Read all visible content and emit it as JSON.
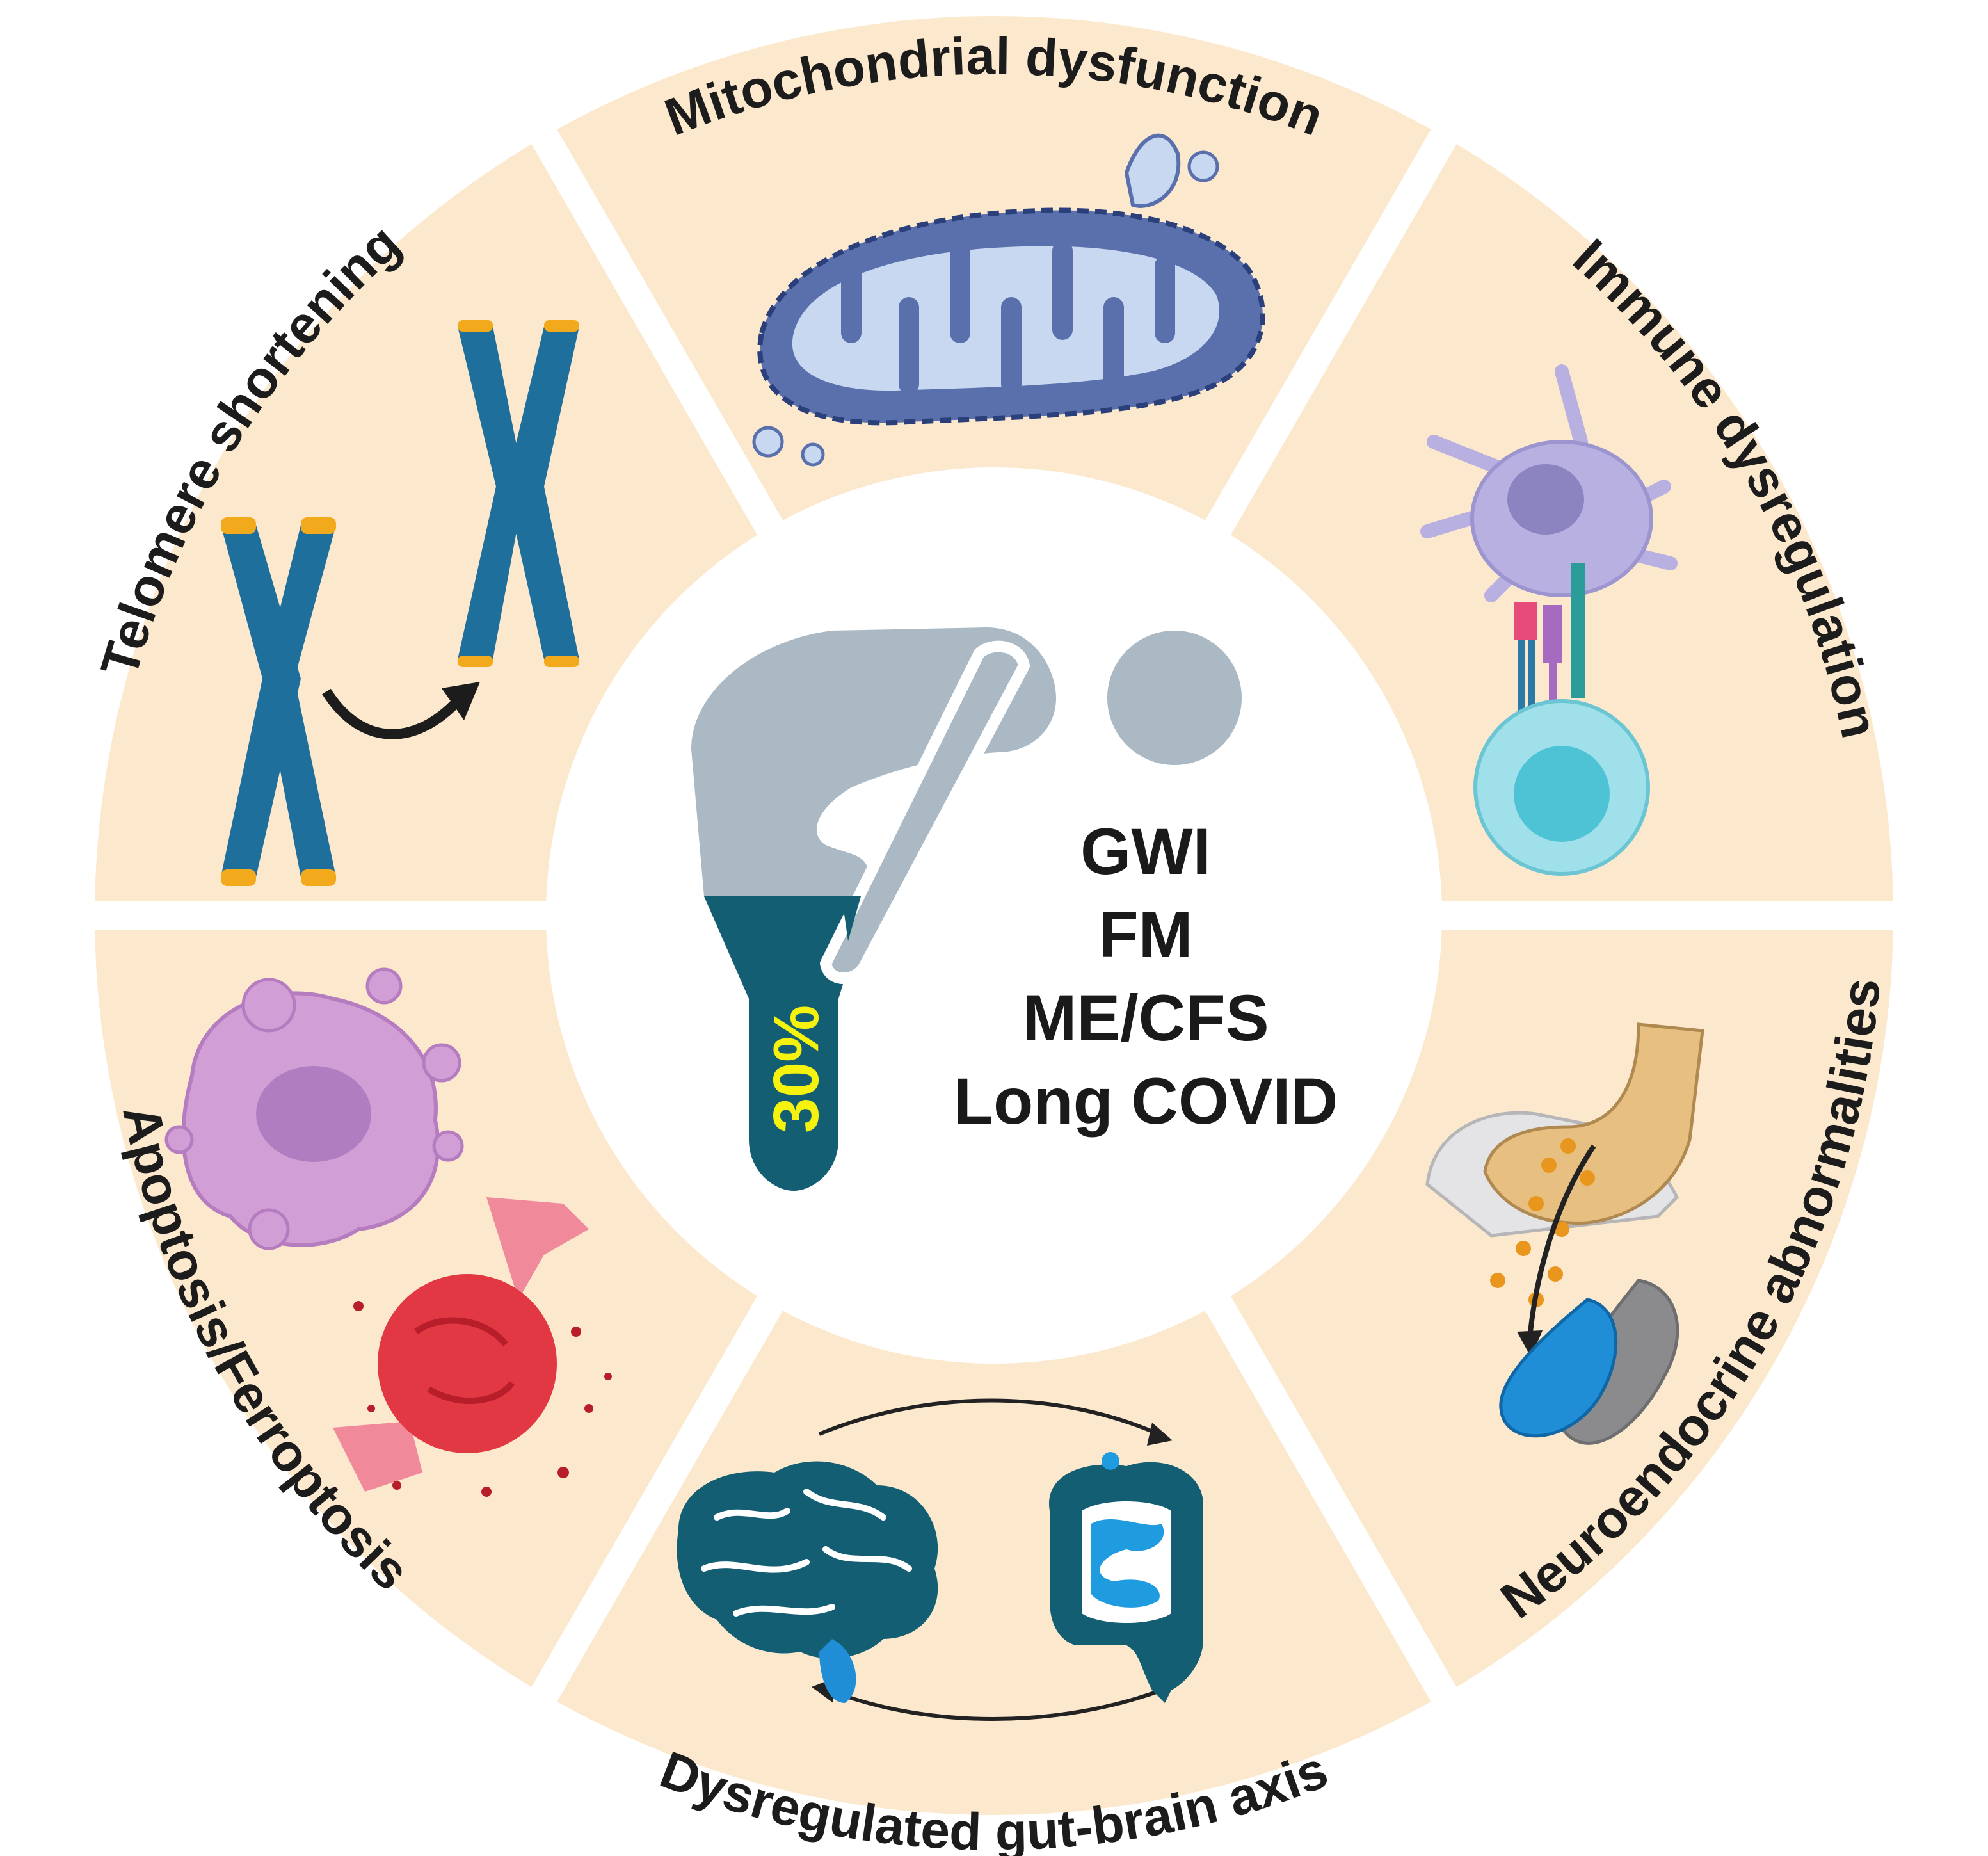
{
  "segments": [
    {
      "label": "Mitochondrial dysfunction",
      "illustration": "mitochondrion-icon"
    },
    {
      "label": "Immune dysregulation",
      "illustration": "immune-cell-synapse-icon"
    },
    {
      "label": "Neuroendocrine abnormalities",
      "illustration": "synapse-neurotransmitter-icon"
    },
    {
      "label": "Dysregulated gut-brain axis",
      "illustration": "gut-brain-icon"
    },
    {
      "label": "Apoptosis/Ferroptosis",
      "illustration": "dying-cell-icon"
    },
    {
      "label": "Telomere shortening",
      "illustration": "chromosome-icon"
    }
  ],
  "center": {
    "conditions": [
      "GWI",
      "FM",
      "ME/CFS",
      "Long COVID"
    ],
    "percentage": "30%",
    "icon": "battery-person-icon"
  },
  "colors": {
    "segment_fill": "#fce9cd",
    "gap": "#ffffff",
    "center_fill": "#ffffff",
    "person_gray": "#aab9c3",
    "level_teal": "#135e73",
    "percentage_text": "#f5f30e"
  }
}
